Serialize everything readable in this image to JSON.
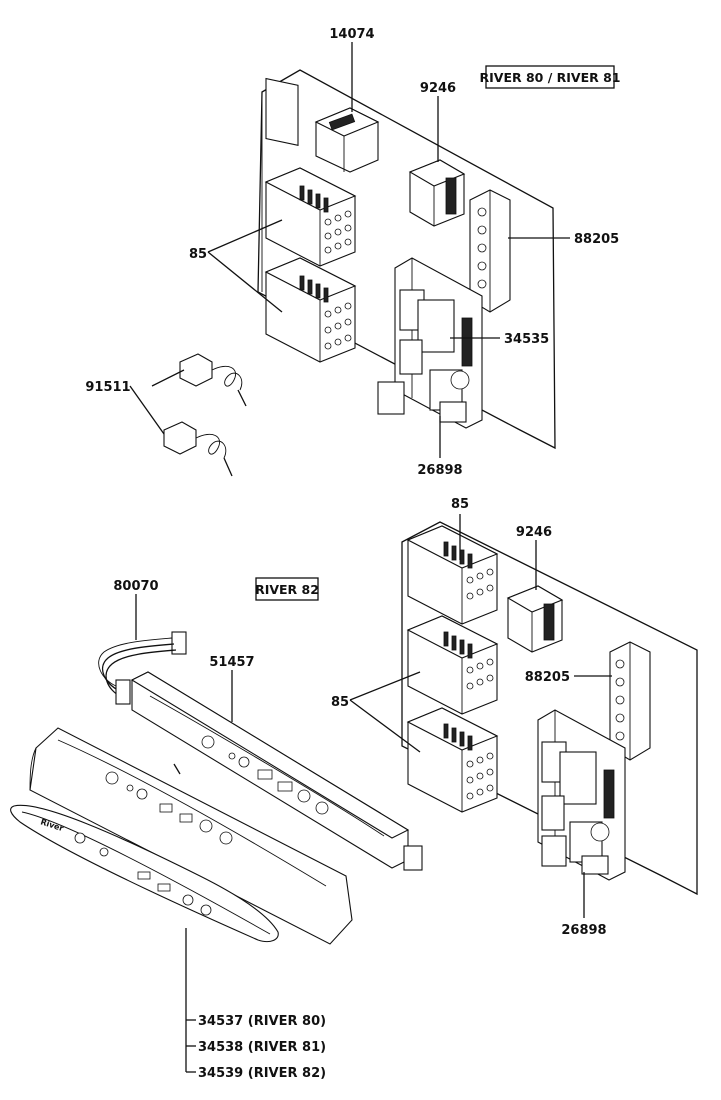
{
  "model_labels": {
    "upper": "RIVER 80 / RIVER 81",
    "lower": "RIVER 82"
  },
  "parts_upper": {
    "p14074": "14074",
    "p9246": "9246",
    "p85": "85",
    "p88205": "88205",
    "p91511": "91511",
    "p34535": "34535",
    "p26898": "26898"
  },
  "parts_lower": {
    "p85_top": "85",
    "p9246": "9246",
    "p80070": "80070",
    "p51457": "51457",
    "p88205": "88205",
    "p85_side": "85",
    "p26898": "26898"
  },
  "overlay_variants": [
    "34537 (RIVER 80)",
    "34538 (RIVER 81)",
    "34539 (RIVER 82)"
  ],
  "panel_brand": "River",
  "colors": {
    "ink": "#111111",
    "paper": "#ffffff"
  }
}
